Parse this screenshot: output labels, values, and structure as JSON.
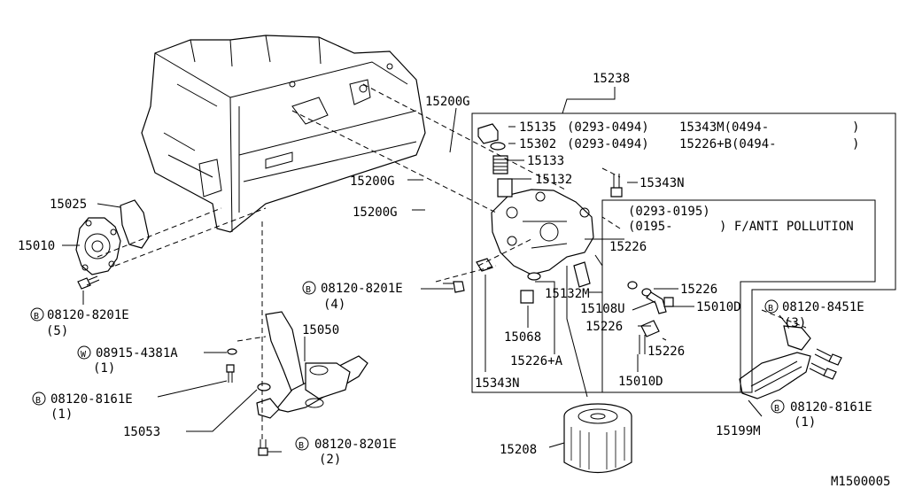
{
  "labels": {
    "p15238": "15238",
    "p15200g_a": "15200G",
    "p15200g_b": "15200G",
    "p15200g_c": "15200G",
    "p15135": "15135",
    "p15135_code": "(0293-0494)",
    "p15343m": "15343M(0494-",
    "p15343m_end": ")",
    "p15302": "15302",
    "p15302_code": "(0293-0494)",
    "p15226b": "15226+B(0494-",
    "p15226b_end": ")",
    "p15133": "15133",
    "p15132": "15132",
    "p15343n_top": "15343N",
    "anti_code1": "(0293-0195)",
    "anti_code2": "(0195-",
    "anti_text": ") F/ANTI POLLUTION",
    "p15025": "15025",
    "p15010": "15010",
    "b08120_8201e_left": "08120-8201E",
    "qty_5": "(5)",
    "p15226_a": "15226",
    "p15226_b": "15226",
    "b08120_8201e_mid": "08120-8201E",
    "qty_4": "(4)",
    "p15132m": "15132M",
    "p15108u": "15108U",
    "p15010d_a": "15010D",
    "b08120_8451e": "08120-8451E",
    "qty_3": "(3)",
    "p15068": "15068",
    "p15226_c": "15226",
    "p15226_d": "15226",
    "p15050": "15050",
    "w08915_4381a": "08915-4381A",
    "qty_1a": "(1)",
    "p15226a": "15226+A",
    "p15010d_b": "15010D",
    "p15343n_bot": "15343N",
    "b08120_8161e_left": "08120-8161E",
    "qty_1b": "(1)",
    "b08120_8161e_right": "08120-8161E",
    "qty_1c": "(1)",
    "p15053": "15053",
    "p15199m": "15199M",
    "b08120_8201e_bot": "08120-8201E",
    "qty_2": "(2)",
    "p15208": "15208",
    "figure_code": "M1500005"
  },
  "markers": {
    "bolt": "B",
    "washer": "W"
  }
}
